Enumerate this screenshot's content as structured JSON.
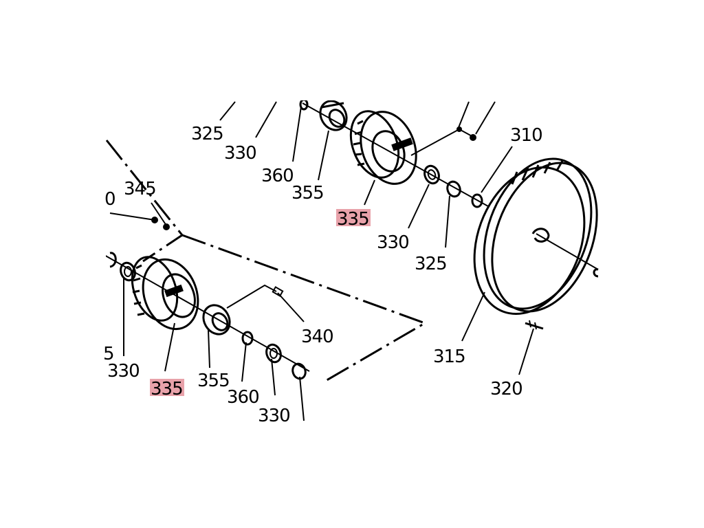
{
  "highlight_color": "#e8a2aa",
  "ink_color": "#000000",
  "labels": {
    "top_325": "325",
    "top_330": "330",
    "top_360": "360",
    "top_355": "355",
    "top_335": "335",
    "top_330b": "330",
    "top_325b": "325",
    "l_310": "310",
    "l_315": "315",
    "l_320": "320",
    "l_345": "345",
    "l_0": "0",
    "bot_330a": "330",
    "bot_5": "5",
    "bot_335": "335",
    "bot_355": "355",
    "bot_360": "360",
    "bot_330b": "330",
    "bot_340": "340"
  }
}
